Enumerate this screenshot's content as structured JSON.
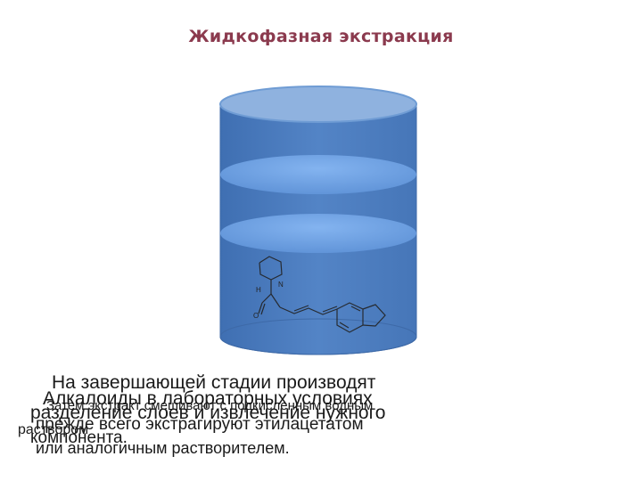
{
  "title": "Жидкофазная экстракция",
  "colors": {
    "title": "#8b3a4e",
    "cylinder_body": "#4f7fc0",
    "cylinder_edge": "#3e6aa8",
    "top_ellipse": "#8fb2df",
    "layer_ellipse": "#6f9fe0"
  },
  "text_lines": {
    "l1": "На завершающей стадии производят",
    "l2": "Алкалоиды  в лабораторных условиях",
    "l3": "Затем экстракт смешивают с подкисленным водным",
    "l4": "разделение слоев и извлечение нужного",
    "l5": "прежде всего экстрагируют этилацетатом",
    "l6": "раствором",
    "l7": "компонента.",
    "l8": "или аналогичным растворителем."
  },
  "molecule": {
    "labels": [
      "H",
      "N",
      "O"
    ]
  }
}
